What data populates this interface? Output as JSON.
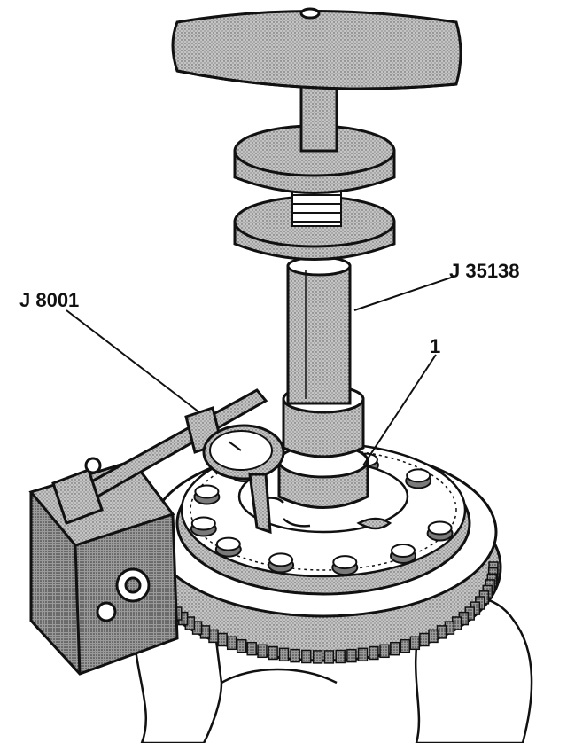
{
  "callouts": {
    "puller_tool": "J 35138",
    "dial_indicator": "J 8001",
    "item_1": "1"
  },
  "colors": {
    "ink": "#111111",
    "shade": "#9a9a9a",
    "light": "#ffffff"
  }
}
